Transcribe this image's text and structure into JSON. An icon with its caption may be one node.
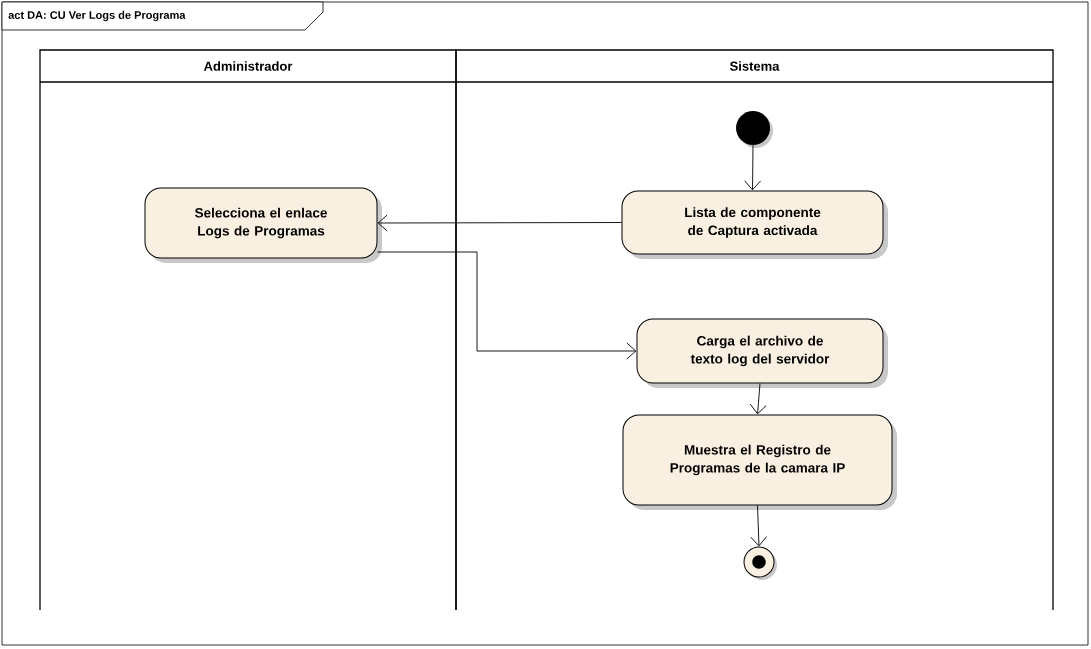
{
  "diagram": {
    "title": "act DA: CU Ver Logs de Programa",
    "nodes": [
      {
        "text": [
          "Administrador"
        ]
      },
      {
        "text": [
          "Sistema"
        ]
      },
      {
        "text": [],
        "shape": "circle",
        "in": 1
      },
      {
        "text": [
          "Selecciona el enlace Logs de Programas"
        ],
        "in": 0
      },
      {
        "text": [
          "Lista de componente de Captura activada"
        ],
        "in": 1
      },
      {
        "text": [
          "Carga el archivo de texto log del servidor"
        ],
        "in": 1
      },
      {
        "text": [
          "Muestra el Registro de Programas de la camara IP"
        ],
        "in": 1
      },
      {
        "text": [],
        "shape": "circle",
        "in": 1
      }
    ],
    "edges": [
      {
        "from": 2,
        "to": 4,
        "arrow": "to"
      },
      {
        "from": 4,
        "to": 3,
        "arrow": "to"
      },
      {
        "from": 3,
        "to": 5,
        "arrow": "to"
      },
      {
        "from": 5,
        "to": 6,
        "arrow": "to"
      },
      {
        "from": 6,
        "to": 7,
        "arrow": "to"
      }
    ]
  }
}
